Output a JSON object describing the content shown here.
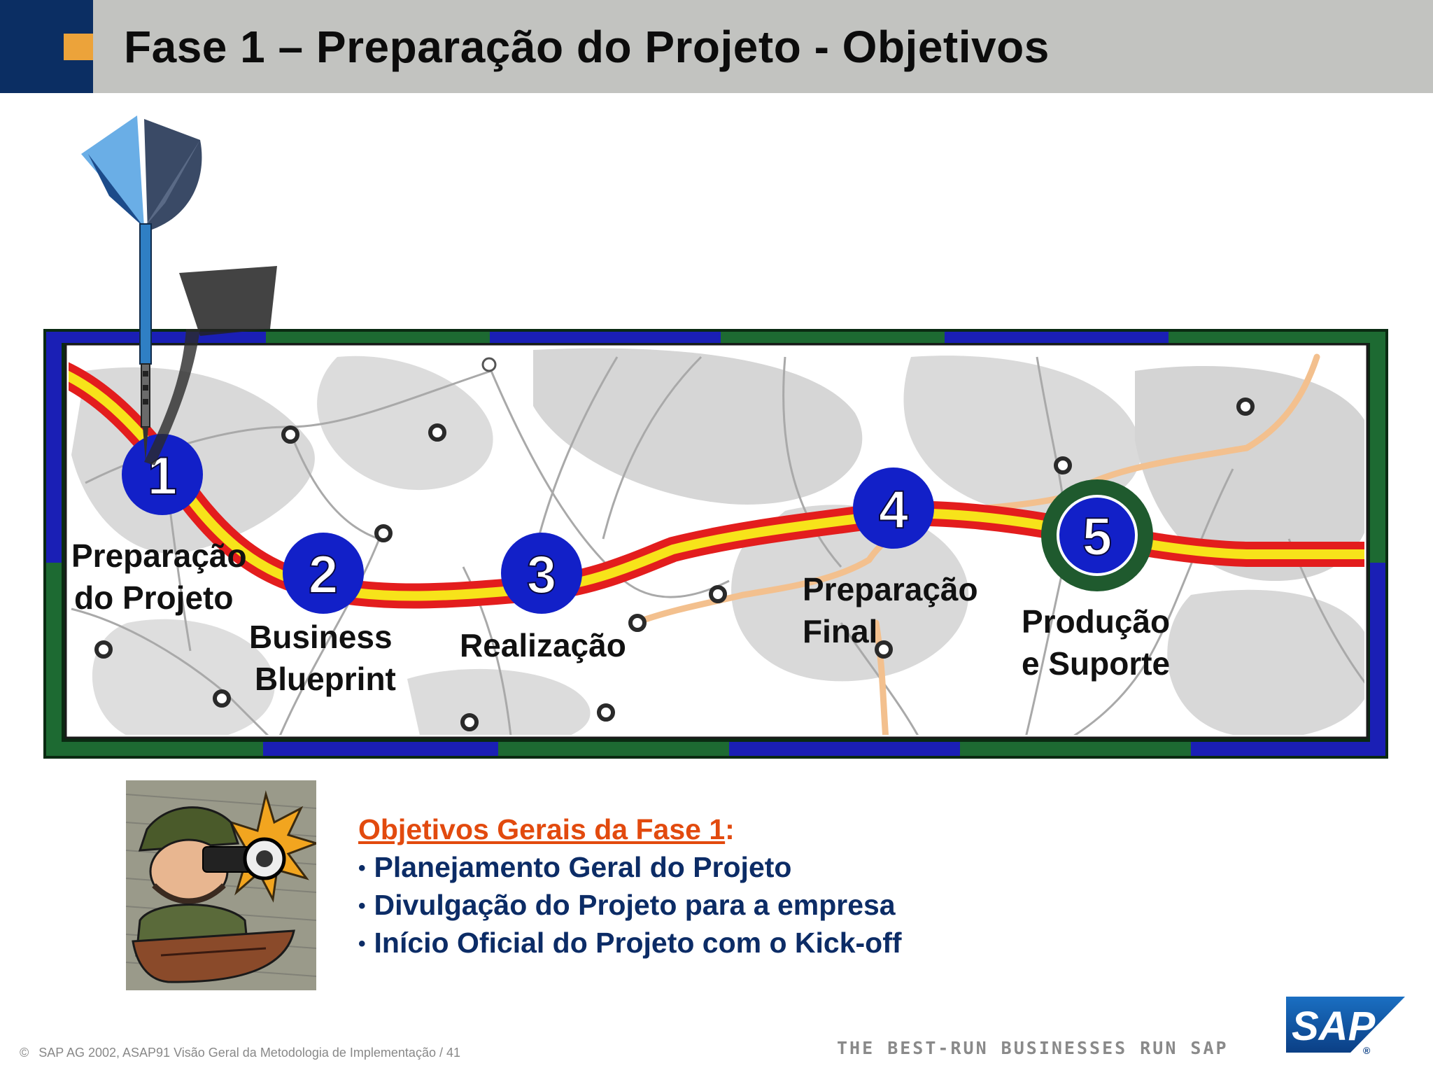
{
  "header": {
    "title": "Fase 1 – Preparação do Projeto - Objetivos",
    "accent_color": "#eca33a",
    "navy_color": "#0b2e63"
  },
  "roadmap": {
    "phases": [
      {
        "number": "1",
        "line1": "Preparação",
        "line2": "do Projeto"
      },
      {
        "number": "2",
        "line1": "Business",
        "line2": "Blueprint"
      },
      {
        "number": "3",
        "line1": "Realização",
        "line2": ""
      },
      {
        "number": "4",
        "line1": "Preparação",
        "line2": "Final"
      },
      {
        "number": "5",
        "line1": "Produção",
        "line2": "e Suporte"
      }
    ],
    "marker_icon": "dart-icon"
  },
  "objectives": {
    "heading": "Objetivos Gerais da Fase 1",
    "heading_suffix": ":",
    "items": [
      "Planejamento Geral do Projeto",
      "Divulgação do Projeto para a empresa",
      "Início Oficial do Projeto com o Kick-off"
    ],
    "bullet": "•",
    "illustration_icon": "explorer-spyglass-icon"
  },
  "footer": {
    "copyright_symbol": "©",
    "copyright": "SAP AG 2002, ASAP91 Visão Geral da Metodologia de Implementação / 41",
    "tagline": "THE BEST-RUN BUSINESSES RUN SAP",
    "logo_text": "SAP",
    "logo_registered": "®"
  }
}
